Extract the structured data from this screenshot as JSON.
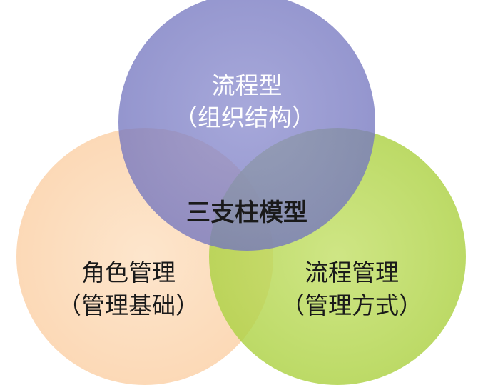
{
  "diagram": {
    "circles": [
      {
        "id": "process-type",
        "title": "流程型",
        "subtitle": "（组织结构）",
        "color": "#7b7dc4"
      },
      {
        "id": "role-management",
        "title": "角色管理",
        "subtitle": "（管理基础）",
        "color": "#fcd9b5"
      },
      {
        "id": "process-management",
        "title": "流程管理",
        "subtitle": "（管理方式）",
        "color": "#b7d84e"
      }
    ],
    "center_label": "三支柱模型"
  }
}
